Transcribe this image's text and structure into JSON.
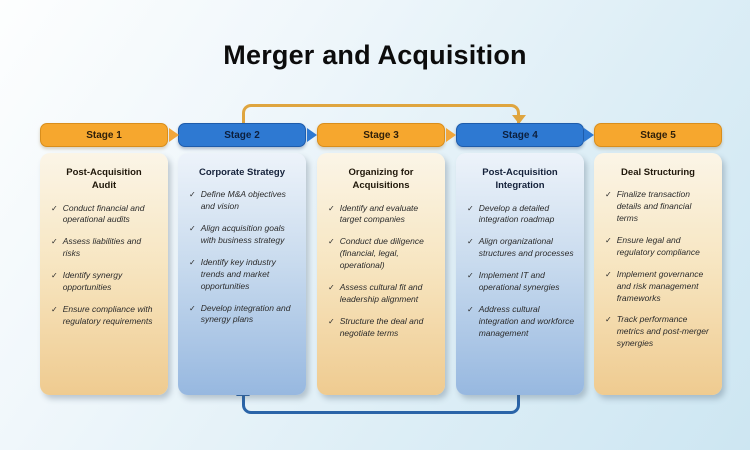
{
  "title": "Merger and Acquisition",
  "icons": {
    "check": "✓"
  },
  "colors": {
    "stage_orange": "#f6a72e",
    "stage_blue": "#2e79d2",
    "card_tan_bottom": "#efcb90",
    "card_blue_bottom": "#97b8e0",
    "top_connector": "#dfa53f",
    "bottom_connector": "#2a64a8"
  },
  "stages": [
    {
      "label": "Stage 1",
      "theme": "orange",
      "card": {
        "title": "Post-Acquisition Audit",
        "bullets": [
          "Conduct financial and operational audits",
          "Assess liabilities and risks",
          "Identify synergy opportunities",
          "Ensure compliance with regulatory requirements"
        ]
      }
    },
    {
      "label": "Stage 2",
      "theme": "blue",
      "card": {
        "title": "Corporate Strategy",
        "bullets": [
          "Define M&A objectives and vision",
          "Align acquisition goals with business strategy",
          "Identify key industry trends and market opportunities",
          "Develop integration and synergy plans"
        ]
      }
    },
    {
      "label": "Stage 3",
      "theme": "orange",
      "card": {
        "title": "Organizing for Acquisitions",
        "bullets": [
          "Identify and evaluate target companies",
          "Conduct due diligence (financial, legal, operational)",
          "Assess cultural fit and leadership alignment",
          "Structure the deal and negotiate terms"
        ]
      }
    },
    {
      "label": "Stage 4",
      "theme": "blue",
      "card": {
        "title": "Post-Acquisition Integration",
        "bullets": [
          "Develop a detailed integration roadmap",
          "Align organizational structures and processes",
          "Implement IT and operational synergies",
          "Address cultural integration and workforce management"
        ]
      }
    },
    {
      "label": "Stage 5",
      "theme": "orange",
      "card": {
        "title": "Deal Structuring",
        "bullets": [
          "Finalize transaction details and financial terms",
          "Ensure legal and regulatory compliance",
          "Implement governance and risk management frameworks",
          "Track performance metrics and post-merger synergies"
        ]
      }
    }
  ]
}
